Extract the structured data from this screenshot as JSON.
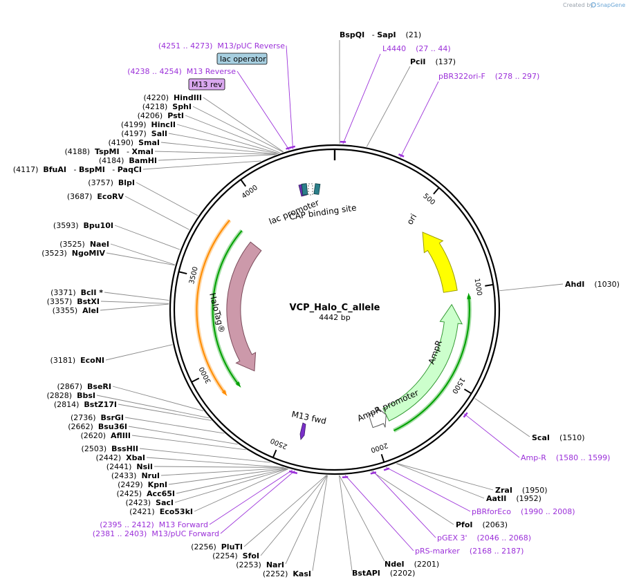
{
  "credit": {
    "text": "Created by",
    "brand": "SnapGene"
  },
  "plasmid": {
    "name": "VCP_Halo_C_allele",
    "size_label": "4442 bp",
    "length": 4442
  },
  "ticks": [
    {
      "pos": 500,
      "label": "500"
    },
    {
      "pos": 1000,
      "label": "1000"
    },
    {
      "pos": 1500,
      "label": "1500"
    },
    {
      "pos": 2000,
      "label": "2000"
    },
    {
      "pos": 2500,
      "label": "2500"
    },
    {
      "pos": 3000,
      "label": "3000"
    },
    {
      "pos": 3500,
      "label": "3500"
    },
    {
      "pos": 4000,
      "label": "4000"
    }
  ],
  "features": [
    {
      "name": "ori",
      "label": "ori",
      "start": 600,
      "end": 1000,
      "dir": -1,
      "color": "#ffff00",
      "stroke": "#9a9a00",
      "ring": 0.73,
      "width": 20
    },
    {
      "name": "AmpR",
      "label": "AmpR",
      "start": 1080,
      "end": 1900,
      "dir": -1,
      "color": "#ccffcc",
      "stroke": "#339933",
      "ring": 0.73,
      "width": 20
    },
    {
      "name": "AmpR promoter",
      "label": "AmpR promoter",
      "start": 1900,
      "end": 2000,
      "dir": -1,
      "color": "#ffffff",
      "stroke": "#555555",
      "ring": 0.73,
      "width": 20
    },
    {
      "name": "HaloTag",
      "label": "HaloTag®",
      "start": 2870,
      "end": 3810,
      "dir": -1,
      "color": "#cc99aa",
      "stroke": "#7a4a5a",
      "ring": 0.63,
      "width": 20
    }
  ],
  "orfs": [
    {
      "start": 1040,
      "end": 1900,
      "dir": -1,
      "ring": 0.84,
      "color": "#00a000"
    },
    {
      "start": 2860,
      "end": 3830,
      "dir": -1,
      "ring": 0.76,
      "color": "#00a000"
    },
    {
      "start": 2870,
      "end": 3830,
      "dir": -1,
      "ring": 0.86,
      "color": "#ff8c00"
    }
  ],
  "small_features": [
    {
      "name": "lac promoter",
      "label": "lac promoter"
    },
    {
      "name": "CAP binding site",
      "label": "CAP binding site"
    },
    {
      "name": "M13 fwd",
      "label": "M13 fwd"
    }
  ],
  "boxed_labels": [
    {
      "name": "lac operator",
      "label": "lac operator",
      "color": "#a7cfe0"
    },
    {
      "name": "M13 rev",
      "label": "M13 rev",
      "color": "#d9a7ee"
    }
  ],
  "sites": [
    {
      "name": "BspQI",
      "extra": "SapI",
      "pos": "(21)",
      "type": "enzyme"
    },
    {
      "name": "L4440",
      "pos": "(27 .. 44)",
      "type": "primer"
    },
    {
      "name": "PciI",
      "pos": "(137)",
      "type": "enzyme"
    },
    {
      "name": "pBR322ori-F",
      "pos": "(278 .. 297)",
      "type": "primer"
    },
    {
      "name": "AhdI",
      "pos": "(1030)",
      "type": "enzyme"
    },
    {
      "name": "ScaI",
      "pos": "(1510)",
      "type": "enzyme"
    },
    {
      "name": "Amp-R",
      "pos": "(1580 .. 1599)",
      "type": "primer"
    },
    {
      "name": "ZraI",
      "pos": "(1950)",
      "type": "enzyme"
    },
    {
      "name": "AatII",
      "pos": "(1952)",
      "type": "enzyme"
    },
    {
      "name": "pBRforEco",
      "pos": "(1990 .. 2008)",
      "type": "primer"
    },
    {
      "name": "PfoI",
      "pos": "(2063)",
      "type": "enzyme"
    },
    {
      "name": "pGEX 3'",
      "pos": "(2046 .. 2068)",
      "type": "primer"
    },
    {
      "name": "pRS-marker",
      "pos": "(2168 .. 2187)",
      "type": "primer"
    },
    {
      "name": "NdeI",
      "pos": "(2201)",
      "type": "enzyme"
    },
    {
      "name": "BstAPI",
      "pos": "(2202)",
      "type": "enzyme"
    },
    {
      "name": "KasI",
      "pos": "(2252)",
      "type": "enzyme"
    },
    {
      "name": "NarI",
      "pos": "(2253)",
      "type": "enzyme"
    },
    {
      "name": "SfoI",
      "pos": "(2254)",
      "type": "enzyme"
    },
    {
      "name": "PluTI",
      "pos": "(2256)",
      "type": "enzyme"
    },
    {
      "name": "M13/pUC Forward",
      "pos": "(2381 .. 2403)",
      "type": "primer"
    },
    {
      "name": "M13 Forward",
      "pos": "(2395 .. 2412)",
      "type": "primer"
    },
    {
      "name": "Eco53kI",
      "pos": "(2421)",
      "type": "enzyme"
    },
    {
      "name": "SacI",
      "pos": "(2423)",
      "type": "enzyme"
    },
    {
      "name": "Acc65I",
      "pos": "(2425)",
      "type": "enzyme"
    },
    {
      "name": "KpnI",
      "pos": "(2429)",
      "type": "enzyme"
    },
    {
      "name": "NruI",
      "pos": "(2433)",
      "type": "enzyme"
    },
    {
      "name": "NsiI",
      "pos": "(2441)",
      "type": "enzyme"
    },
    {
      "name": "XbaI",
      "pos": "(2442)",
      "type": "enzyme"
    },
    {
      "name": "BssHII",
      "pos": "(2503)",
      "type": "enzyme"
    },
    {
      "name": "AflIII",
      "pos": "(2620)",
      "type": "enzyme"
    },
    {
      "name": "Bsu36I",
      "pos": "(2662)",
      "type": "enzyme"
    },
    {
      "name": "BsrGI",
      "pos": "(2736)",
      "type": "enzyme"
    },
    {
      "name": "BstZ17I",
      "pos": "(2814)",
      "type": "enzyme"
    },
    {
      "name": "BbsI",
      "pos": "(2828)",
      "type": "enzyme"
    },
    {
      "name": "BseRI",
      "pos": "(2867)",
      "type": "enzyme"
    },
    {
      "name": "EcoNI",
      "pos": "(3181)",
      "type": "enzyme"
    },
    {
      "name": "AleI",
      "pos": "(3355)",
      "type": "enzyme"
    },
    {
      "name": "BstXI",
      "pos": "(3357)",
      "type": "enzyme"
    },
    {
      "name": "BclI *",
      "pos": "(3371)",
      "type": "enzyme"
    },
    {
      "name": "NgoMIV",
      "pos": "(3523)",
      "type": "enzyme"
    },
    {
      "name": "NaeI",
      "pos": "(3525)",
      "type": "enzyme"
    },
    {
      "name": "Bpu10I",
      "pos": "(3593)",
      "type": "enzyme"
    },
    {
      "name": "EcoRV",
      "pos": "(3687)",
      "type": "enzyme"
    },
    {
      "name": "BlpI",
      "pos": "(3757)",
      "type": "enzyme"
    },
    {
      "name": "BfuAI",
      "extra": "BspMI",
      "extra2": "PaqCI",
      "pos": "(4117)",
      "type": "enzyme"
    },
    {
      "name": "BamHI",
      "pos": "(4184)",
      "type": "enzyme"
    },
    {
      "name": "TspMI",
      "extra": "XmaI",
      "pos": "(4188)",
      "type": "enzyme"
    },
    {
      "name": "SmaI",
      "pos": "(4190)",
      "type": "enzyme"
    },
    {
      "name": "SalI",
      "pos": "(4197)",
      "type": "enzyme"
    },
    {
      "name": "HincII",
      "pos": "(4199)",
      "type": "enzyme"
    },
    {
      "name": "PstI",
      "pos": "(4206)",
      "type": "enzyme"
    },
    {
      "name": "SphI",
      "pos": "(4218)",
      "type": "enzyme"
    },
    {
      "name": "HindIII",
      "pos": "(4220)",
      "type": "enzyme"
    },
    {
      "name": "M13 Reverse",
      "pos": "(4238 .. 4254)",
      "type": "primer"
    },
    {
      "name": "M13/pUC Reverse",
      "pos": "(4251 .. 4273)",
      "type": "primer"
    }
  ]
}
